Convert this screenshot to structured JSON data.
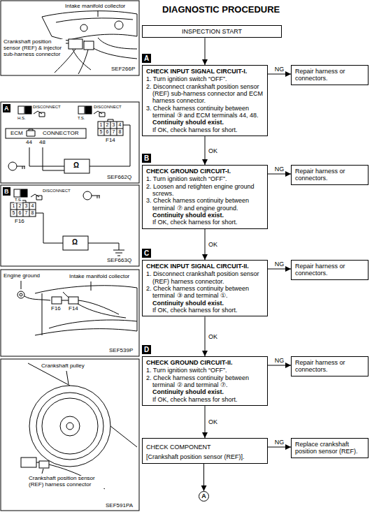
{
  "diagram": {
    "title": "DIAGNOSTIC PROCEDURE",
    "nodes": [
      {
        "text": [
          "INSPECTION START"
        ]
      },
      {
        "text": [
          "A",
          "CHECK INPUT SIGNAL CIRCUIT-I.",
          "1. Turn ignition switch “OFF”.",
          "2. Disconnect crankshaft position sensor (REF) sub-harness connector and ECM harness connector.",
          "3. Check harness continuity between terminal ③ and ECM terminals 44, 48.",
          "Continuity should exist.",
          "If OK, check harness for short."
        ]
      },
      {
        "text": [
          "Repair harness or connectors."
        ]
      },
      {
        "text": [
          "B",
          "CHECK GROUND CIRCUIT-I.",
          "1. Turn ignition switch “OFF”.",
          "2. Loosen and retighten engine ground screws.",
          "3. Check harness continuity between terminal ⑦ and engine ground.",
          "Continuity should exist.",
          "If OK, check harness for short."
        ]
      },
      {
        "text": [
          "Repair harness or connectors."
        ]
      },
      {
        "text": [
          "C",
          "CHECK INPUT SIGNAL CIRCUIT-II.",
          "1. Disconnect crankshaft position sensor (REF) harness connector.",
          "2. Check harness continuity between terminal ③ and terminal ①.",
          "Continuity should exist.",
          "If OK, check harness for short."
        ]
      },
      {
        "text": [
          "Repair harness or connectors."
        ]
      },
      {
        "text": [
          "D",
          "CHECK GROUND CIRCUIT-II.",
          "1. Turn ignition switch “OFF”.",
          "2. Check harness continuity between terminal ② and terminal ⑦.",
          "Continuity should exist.",
          "If OK, check harness for short."
        ]
      },
      {
        "text": [
          "Repair harness or connectors."
        ]
      },
      {
        "text": [
          "CHECK COMPONENT",
          "[Crankshaft position sensor (REF)]."
        ]
      },
      {
        "text": [
          "Replace crankshaft position sensor (REF)."
        ]
      },
      {
        "text": [
          "A"
        ]
      }
    ],
    "edges": [
      {
        "from": 0,
        "to": 1,
        "arrow": "to"
      },
      {
        "from": 1,
        "to": 2,
        "arrow": "to",
        "label": "NG"
      },
      {
        "from": 1,
        "to": 3,
        "arrow": "to",
        "label": "OK"
      },
      {
        "from": 3,
        "to": 4,
        "arrow": "to",
        "label": "NG"
      },
      {
        "from": 3,
        "to": 5,
        "arrow": "to",
        "label": "OK"
      },
      {
        "from": 5,
        "to": 6,
        "arrow": "to",
        "label": "NG"
      },
      {
        "from": 5,
        "to": 7,
        "arrow": "to",
        "label": "OK"
      },
      {
        "from": 7,
        "to": 8,
        "arrow": "to",
        "label": "NG"
      },
      {
        "from": 7,
        "to": 9,
        "arrow": "to",
        "label": "OK"
      },
      {
        "from": 9,
        "to": 10,
        "arrow": "to",
        "label": "NG"
      },
      {
        "from": 9,
        "to": 11,
        "arrow": "to"
      }
    ],
    "labels": [
      "Intake manifold collector",
      "Crankshaft position sensor (REF) & injector sub-harness connector",
      "SEF266P",
      "A",
      "H.S.",
      "DISCONNECT",
      "T.S.",
      "DISCONNECT",
      "ECM",
      "CONNECTOR",
      "44",
      "48",
      "1",
      "2",
      "3",
      "4",
      "5",
      "6",
      "7",
      "8",
      "F14",
      "SEF662Q",
      "B",
      "T.S.",
      "DISCONNECT",
      "1",
      "2",
      "3",
      "4",
      "5",
      "6",
      "7",
      "8",
      "F16",
      "SEF663Q",
      "Engine ground",
      "Intake manifold collector",
      "F16",
      "F14",
      "SEF539P",
      "Crankshaft pulley",
      "Crankshaft position sensor (REF) harness connector",
      "SEF591PA",
      "Ω",
      "Ω"
    ]
  }
}
